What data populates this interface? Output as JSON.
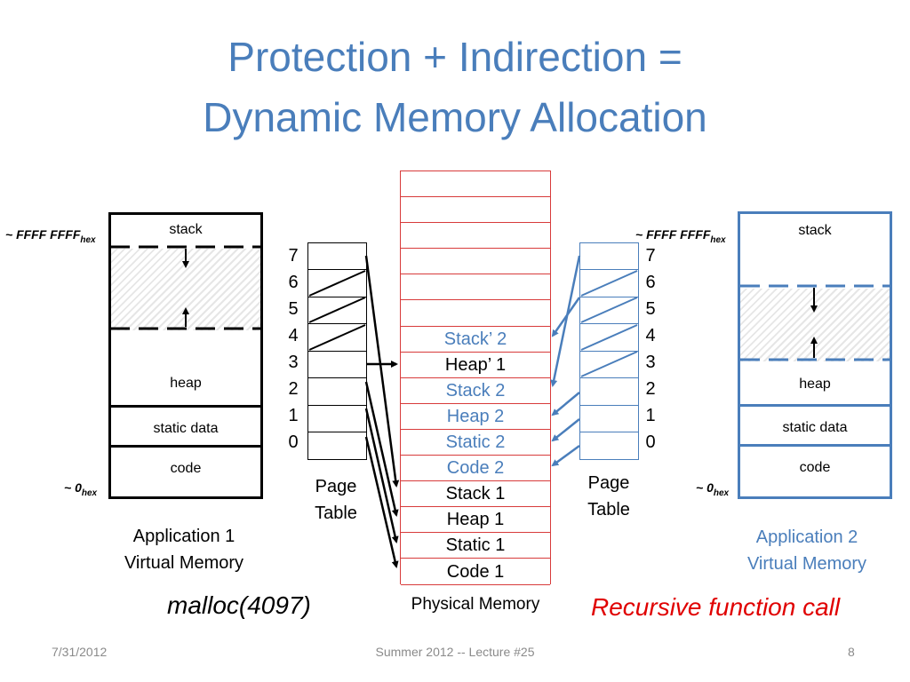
{
  "title": {
    "line1": "Protection + Indirection =",
    "line2": "Dynamic Memory Allocation"
  },
  "app1": {
    "segments": {
      "stack": "stack",
      "heap": "heap",
      "static": "static data",
      "code": "code"
    },
    "addr_top": "~ FFFF FFFF",
    "addr_top_sub": "hex",
    "addr_bottom": "~ 0",
    "addr_bottom_sub": "hex",
    "caption_line1": "Application 1",
    "caption_line2": "Virtual Memory",
    "color": "#000000"
  },
  "app2": {
    "segments": {
      "stack": "stack",
      "heap": "heap",
      "static": "static data",
      "code": "code"
    },
    "addr_top": "~ FFFF FFFF",
    "addr_top_sub": "hex",
    "addr_bottom": "~ 0",
    "addr_bottom_sub": "hex",
    "caption_line1": "Application 2",
    "caption_line2": "Virtual Memory",
    "color": "#4a7ebb"
  },
  "page_table_left": {
    "indices": [
      "7",
      "6",
      "5",
      "4",
      "3",
      "2",
      "1",
      "0"
    ],
    "label_line1": "Page",
    "label_line2": "Table"
  },
  "page_table_right": {
    "indices": [
      "7",
      "6",
      "5",
      "4",
      "3",
      "2",
      "1",
      "0"
    ],
    "label_line1": "Page",
    "label_line2": "Table"
  },
  "physical_memory": {
    "rows": [
      {
        "label": "",
        "color": "#000000"
      },
      {
        "label": "",
        "color": "#000000"
      },
      {
        "label": "",
        "color": "#000000"
      },
      {
        "label": "",
        "color": "#000000"
      },
      {
        "label": "",
        "color": "#000000"
      },
      {
        "label": "",
        "color": "#000000"
      },
      {
        "label": "Stack’ 2",
        "color": "#4a7ebb"
      },
      {
        "label": "Heap’ 1",
        "color": "#000000"
      },
      {
        "label": "Stack 2",
        "color": "#4a7ebb"
      },
      {
        "label": "Heap 2",
        "color": "#4a7ebb"
      },
      {
        "label": "Static 2",
        "color": "#4a7ebb"
      },
      {
        "label": "Code 2",
        "color": "#4a7ebb"
      },
      {
        "label": "Stack 1",
        "color": "#000000"
      },
      {
        "label": "Heap 1",
        "color": "#000000"
      },
      {
        "label": "Static 1",
        "color": "#000000"
      },
      {
        "label": "Code 1",
        "color": "#000000"
      }
    ],
    "caption": "Physical Memory",
    "border_color": "#d83b3b"
  },
  "annotations": {
    "malloc": "malloc(4097)",
    "recursive": "Recursive function call",
    "recursive_color": "#e00000"
  },
  "footer": {
    "date": "7/31/2012",
    "center": "Summer 2012 -- Lecture #25",
    "page": "8"
  }
}
